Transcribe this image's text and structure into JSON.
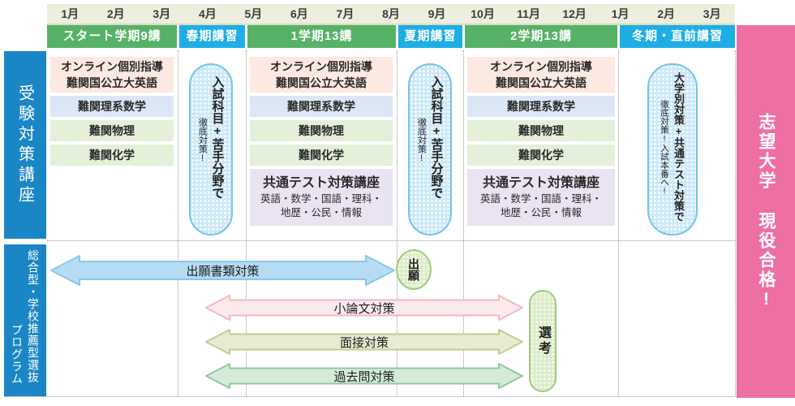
{
  "months": [
    "1月",
    "2月",
    "3月",
    "4月",
    "5月",
    "6月",
    "7月",
    "8月",
    "9月",
    "10月",
    "11月",
    "12月",
    "1月",
    "2月",
    "3月"
  ],
  "terms": [
    {
      "label": "スタート学期9講"
    },
    {
      "label": "春期講習"
    },
    {
      "label": "1学期13講"
    },
    {
      "label": "夏期講習"
    },
    {
      "label": "2学期13講"
    },
    {
      "label": "冬期・直前講習"
    }
  ],
  "sidebars": {
    "exam_course": "受験対策講座",
    "program_main": "総合型・学校推薦型選抜",
    "program_sub": "プログラム"
  },
  "goal": "志望大学 現役合格!",
  "courses": {
    "online_line1": "オンライン個別指導",
    "online_line2": "難関国公立大英語",
    "math": "難関理系数学",
    "physics": "難関物理",
    "chemistry": "難関化学",
    "kyotsu_title": "共通テスト対策講座",
    "kyotsu_line1": "英語・数学・国語・理科・",
    "kyotsu_line2": "地歴・公民・情報"
  },
  "capsules": {
    "exam_main": "入試科目+苦手分野で",
    "exam_sub": "徹底対策!",
    "final_main": "大学別対策+共通テスト対策で",
    "final_sub": "徹底対策!入試本番へ!"
  },
  "program": {
    "documents": "出願書類対策",
    "application": "出願",
    "essay": "小論文対策",
    "interview": "面接対策",
    "past_exams": "過去問対策",
    "selection": "選考"
  },
  "colors": {
    "green_header": "#56b266",
    "cyan_header": "#1fade6",
    "sidebar_blue": "#1b86c6",
    "goal_pink": "#ee6fa4",
    "box_pink": "#fce9e1",
    "box_lavender": "#dbe7f4",
    "box_green": "#e4f0d9",
    "box_purple": "#eae3f2",
    "capsule_border": "#72c5ec",
    "capsule_fill": "#cde9f7",
    "pill_border": "#a0cb7e",
    "pill_fill": "#dcedca",
    "arrow_blue": "#b5dcf4",
    "arrow_pink": "#fdebeb",
    "arrow_olive": "#e6ecd2",
    "arrow_green": "#d5ead9"
  }
}
